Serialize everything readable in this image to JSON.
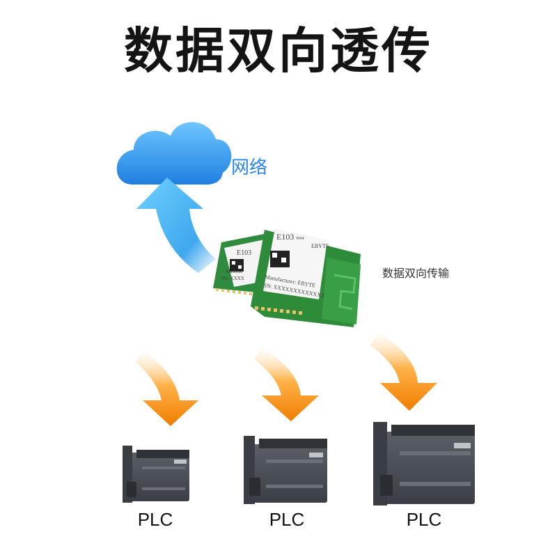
{
  "title": "数据双向透传",
  "network_label": "网络",
  "module": {
    "label": "数据双向传输",
    "front_model": "E103",
    "front_model_suffix": "W04",
    "front_brand": "EBYTE",
    "front_manufacturer": "Manufacturer: EBYTE",
    "front_sn": "SN: XXXXXXXXXXXXX",
    "back_model": "E103",
    "back_manufacturer": "Manufac",
    "back_sn": "SN: XXXX"
  },
  "plcs": [
    {
      "label": "PLC"
    },
    {
      "label": "PLC"
    },
    {
      "label": "PLC"
    }
  ],
  "colors": {
    "cloud": "#2f8fe8",
    "up_arrow": "#5ab8f0",
    "down_arrow": "#f08a10",
    "module_pcb": "#2e8b3a",
    "plc_body": "#4a4e55"
  }
}
